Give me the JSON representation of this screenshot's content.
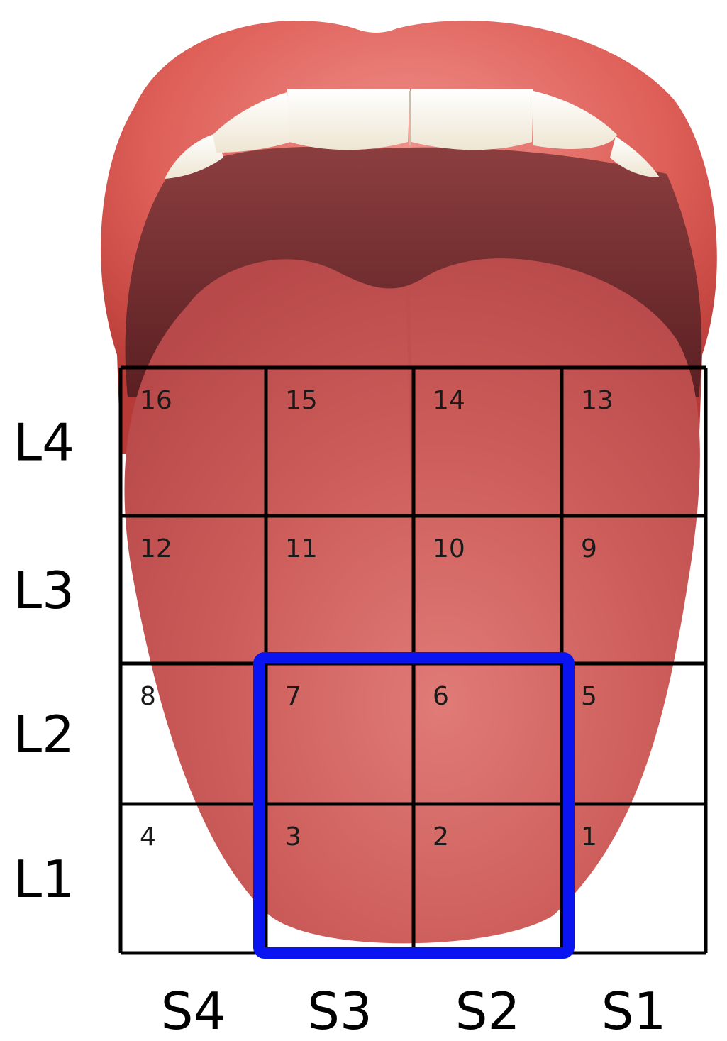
{
  "grid": {
    "cells": [
      {
        "row": "L4",
        "col": "S4",
        "number": "16"
      },
      {
        "row": "L4",
        "col": "S3",
        "number": "15"
      },
      {
        "row": "L4",
        "col": "S2",
        "number": "14"
      },
      {
        "row": "L4",
        "col": "S1",
        "number": "13"
      },
      {
        "row": "L3",
        "col": "S4",
        "number": "12"
      },
      {
        "row": "L3",
        "col": "S3",
        "number": "11"
      },
      {
        "row": "L3",
        "col": "S2",
        "number": "10"
      },
      {
        "row": "L3",
        "col": "S1",
        "number": "9"
      },
      {
        "row": "L2",
        "col": "S4",
        "number": "8"
      },
      {
        "row": "L2",
        "col": "S3",
        "number": "7"
      },
      {
        "row": "L2",
        "col": "S2",
        "number": "6"
      },
      {
        "row": "L2",
        "col": "S1",
        "number": "5"
      },
      {
        "row": "L1",
        "col": "S4",
        "number": "4"
      },
      {
        "row": "L1",
        "col": "S3",
        "number": "3"
      },
      {
        "row": "L1",
        "col": "S2",
        "number": "2"
      },
      {
        "row": "L1",
        "col": "S1",
        "number": "1"
      }
    ],
    "row_labels": [
      "L4",
      "L3",
      "L2",
      "L1"
    ],
    "column_labels": [
      "S4",
      "S3",
      "S2",
      "S1"
    ],
    "highlighted_cells": [
      "7",
      "6",
      "3",
      "2"
    ]
  },
  "colors": {
    "highlight": "#0a14f0",
    "grid_lines": "#000000",
    "tongue": "#c95a58",
    "lips": "#d8544f",
    "teeth": "#fdfbf4",
    "mouth_interior": "#7a3234"
  }
}
